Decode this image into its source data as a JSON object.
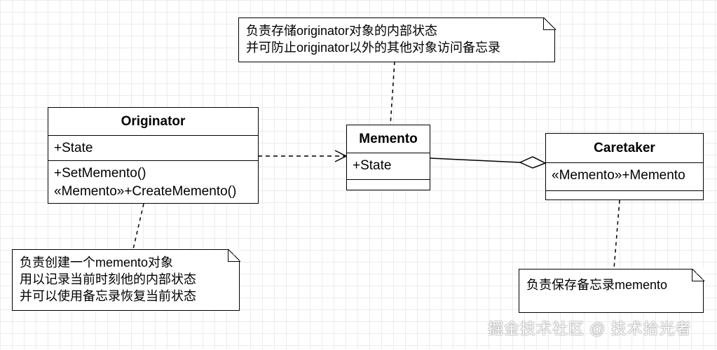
{
  "classes": {
    "originator": {
      "name": "Originator",
      "attributes": [
        "+State"
      ],
      "operations": [
        "+SetMemento()",
        "«Memento»+CreateMemento()"
      ]
    },
    "memento": {
      "name": "Memento",
      "attributes": [
        "+State"
      ]
    },
    "caretaker": {
      "name": "Caretaker",
      "attributes": [
        "«Memento»+Memento"
      ]
    }
  },
  "notes": {
    "memento_note": [
      "负责存储originator对象的内部状态",
      "并可防止originator以外的其他对象访问备忘录"
    ],
    "originator_note": [
      "负责创建一个memento对象",
      "用以记录当前时刻他的内部状态",
      "并可以使用备忘录恢复当前状态"
    ],
    "caretaker_note": [
      "负责保存备忘录memento"
    ]
  },
  "watermark": "掘金技术社区 @ 技术拾光者"
}
